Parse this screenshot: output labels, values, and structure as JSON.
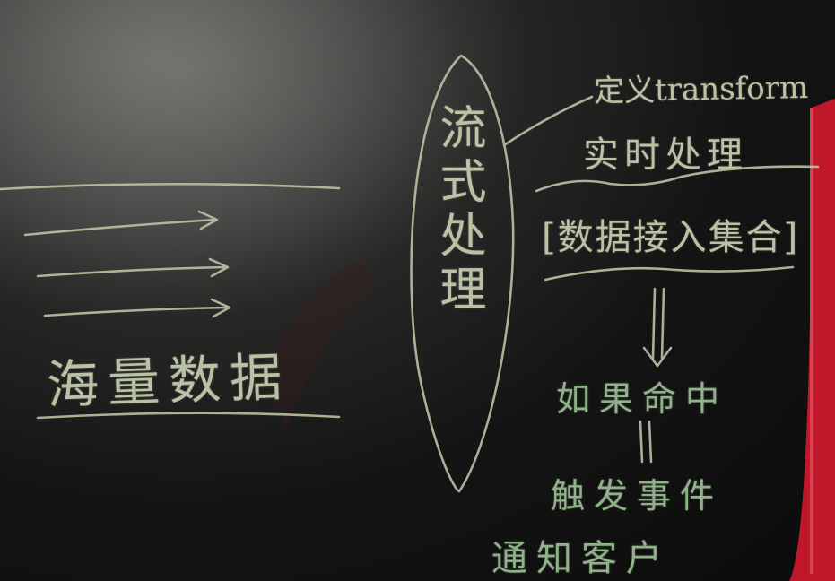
{
  "photo": {
    "subject": "LCD writing tablet with handwritten notes",
    "colors": {
      "board": "#141414",
      "ink": "#b9c2a4",
      "ink_green": "#8fb28a",
      "frame": "#c0182a"
    }
  },
  "notes": {
    "left_label": "海量数据",
    "center_label": "流式处理",
    "right_top_1": "定义transform",
    "right_top_2": "实时处理",
    "bracket_text": "[数据接入集合]",
    "step_1": "如果命中",
    "step_2": "触发事件",
    "step_3": "通知客户"
  }
}
